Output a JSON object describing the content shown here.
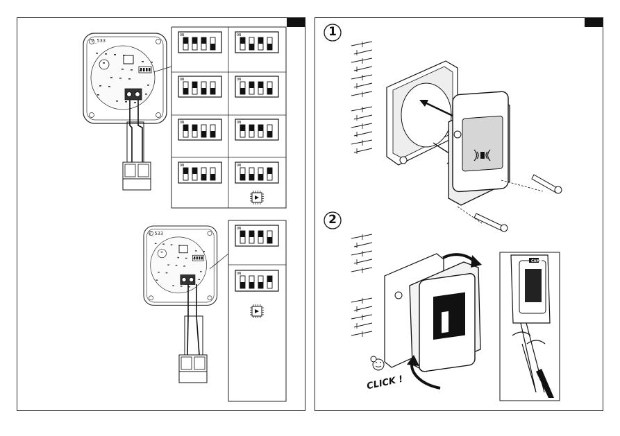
{
  "left_page": {
    "board_top": {
      "label": "V_533"
    },
    "board_bottom": {
      "label": "V_533"
    },
    "dip_top": [
      {
        "label": "ON",
        "switches": [
          1,
          1,
          1,
          0
        ]
      },
      {
        "label": "ON",
        "switches": [
          1,
          0,
          1,
          0
        ]
      },
      {
        "label": "ON",
        "switches": [
          0,
          1,
          0,
          0
        ]
      },
      {
        "label": "ON",
        "switches": [
          0,
          1,
          1,
          0
        ]
      },
      {
        "label": "ON",
        "switches": [
          1,
          1,
          0,
          0
        ]
      },
      {
        "label": "ON",
        "switches": [
          1,
          1,
          1,
          0
        ]
      },
      {
        "label": "ON",
        "switches": [
          1,
          1,
          0,
          0
        ]
      },
      {
        "label": "ON",
        "switches": [
          0,
          0,
          0,
          1
        ]
      }
    ],
    "dip_bottom": [
      {
        "label": "ON",
        "switches": [
          1,
          1,
          1,
          0
        ]
      },
      {
        "label": "ON",
        "switches": [
          0,
          0,
          0,
          1
        ]
      }
    ]
  },
  "right_page": {
    "step1": {
      "number": "1"
    },
    "step2": {
      "number": "2"
    },
    "brand": "CAME",
    "click": "CLICK !"
  }
}
